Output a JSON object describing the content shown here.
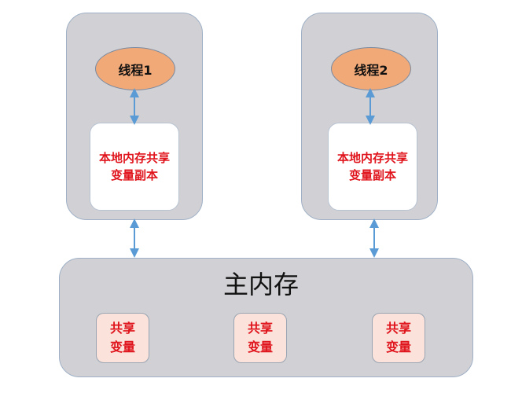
{
  "threads": [
    {
      "label": "线程1",
      "local_memory": "本地内存共享变量副本"
    },
    {
      "label": "线程2",
      "local_memory": "本地内存共享变量副本"
    }
  ],
  "main_memory": {
    "title": "主内存",
    "variables": [
      "共享变量",
      "共享变量",
      "共享变量"
    ]
  },
  "colors": {
    "arrow": "#5b9bd5",
    "thread": "#f2a978",
    "text_red": "#e0141c",
    "box_gray": "#d1d1d5"
  }
}
